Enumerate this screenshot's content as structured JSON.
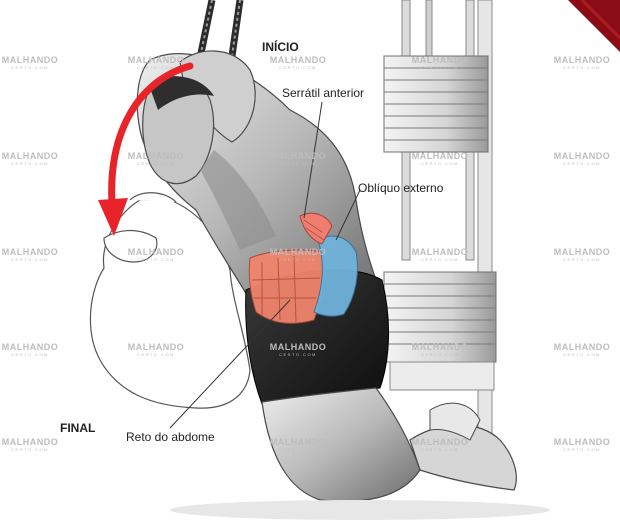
{
  "labels": {
    "inicio": "INÍCIO",
    "final": "FINAL",
    "serratil": "Serrátil anterior",
    "obliquo": "Oblíquo externo",
    "reto": "Reto do abdome"
  },
  "watermark": {
    "brand": "MALHANDO",
    "sub": "CERTO.COM"
  },
  "colors": {
    "arrow": "#e8242a",
    "rectus": "#f0846c",
    "oblique": "#6fb3dc",
    "serratus": "#ef7d72",
    "shorts": "#1e1e1e",
    "corner_badge": "#8a0c14"
  }
}
